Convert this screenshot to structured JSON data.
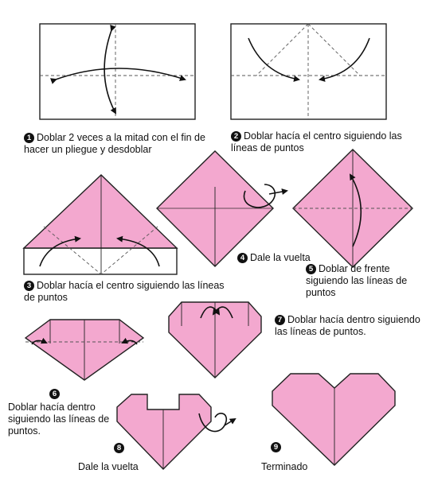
{
  "steps": [
    {
      "n": "1",
      "text": "Doblar 2 veces a la mitad con el fin de hacer un pliegue y desdoblar"
    },
    {
      "n": "2",
      "text": "Doblar hacía el centro siguiendo las líneas de puntos"
    },
    {
      "n": "3",
      "text": "Doblar hacía el centro siguiendo las líneas de puntos"
    },
    {
      "n": "4",
      "text": "Dale la vuelta"
    },
    {
      "n": "5",
      "text": "Doblar de frente siguiendo las líneas de puntos"
    },
    {
      "n": "6",
      "text": "Doblar hacía dentro siguiendo las líneas de puntos."
    },
    {
      "n": "7",
      "text": "Doblar hacía dentro siguiendo las líneas de puntos."
    },
    {
      "n": "8",
      "text": "Dale la vuelta"
    },
    {
      "n": "9",
      "text": "Terminado"
    }
  ],
  "colors": {
    "paper": "#f3a8cf",
    "outline": "#222222",
    "background": "#ffffff"
  }
}
